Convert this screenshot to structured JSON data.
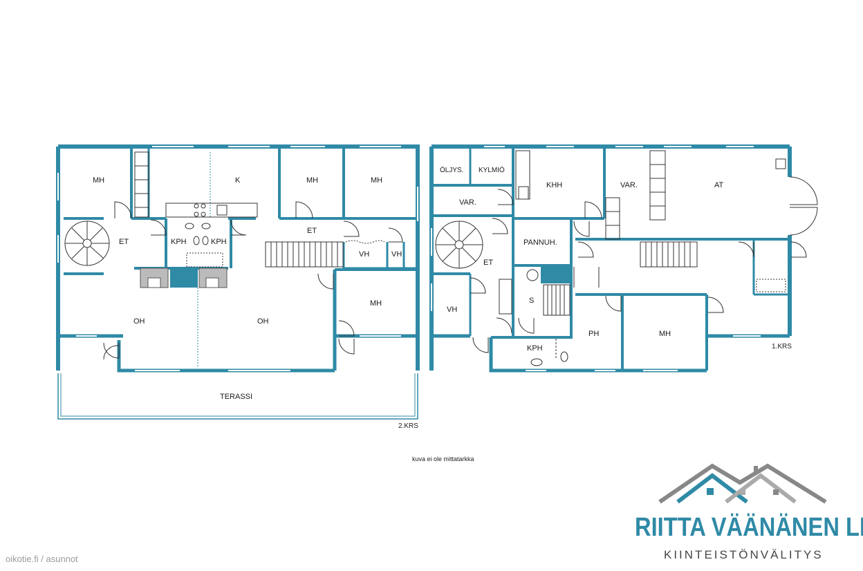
{
  "floor2": {
    "rooms": {
      "mh1": "MH",
      "k": "K",
      "mh2": "MH",
      "mh3": "MH",
      "et": "ET",
      "et2": "ET",
      "kph1": "KPH",
      "kph2": "KPH",
      "vh1": "VH",
      "vh2": "VH",
      "oh1": "OH",
      "oh2": "OH",
      "mh4": "MH",
      "terassi": "TERASSI"
    },
    "floor_label": "2.KRS"
  },
  "floor1": {
    "rooms": {
      "oljys": "ÖLJYS.",
      "kylmio": "KYLMIÖ",
      "khh": "KHH",
      "var1": "VAR.",
      "var2": "VAR.",
      "at": "AT",
      "et": "ET",
      "pannuh": "PANNUH.",
      "s": "S",
      "vh": "VH",
      "kph": "KPH",
      "ph": "PH",
      "mh": "MH"
    },
    "floor_label": "1.KRS"
  },
  "note": "kuva ei ole mittatarkka",
  "watermark": "oikotie.fi / asunnot",
  "brand": {
    "name": "RIITTA VÄÄNÄNEN LKV",
    "tagline": "KIINTEISTÖNVÄLITYS"
  },
  "colors": {
    "wall": "#2f8aa6",
    "text": "#1a1a1a"
  }
}
